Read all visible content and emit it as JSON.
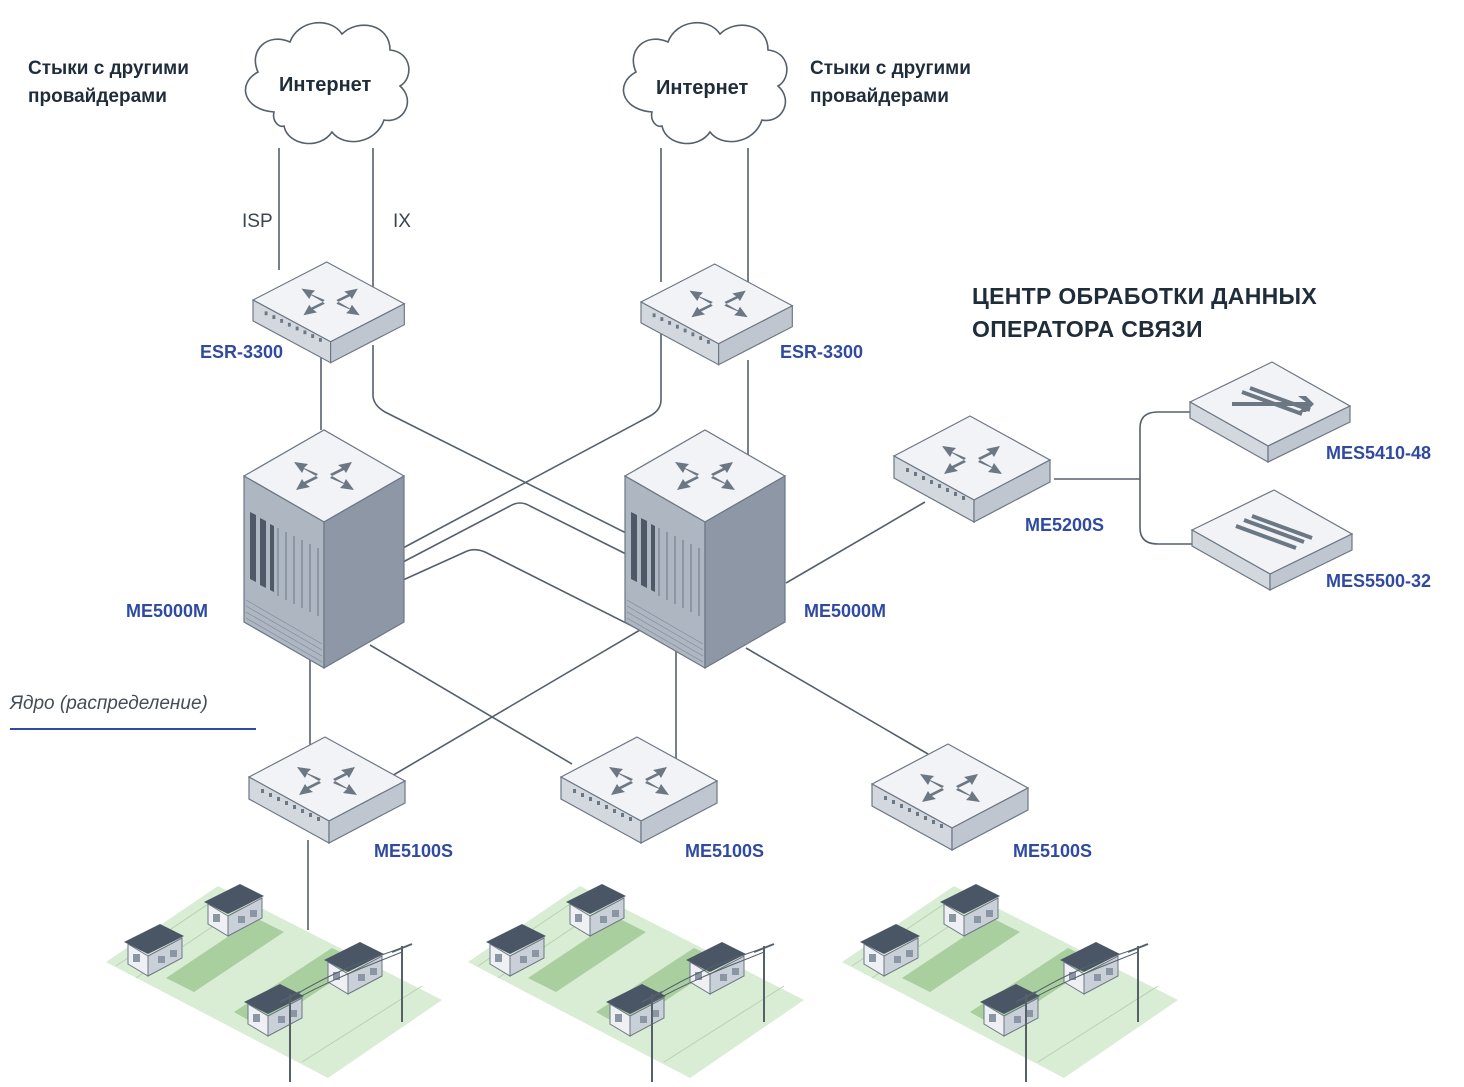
{
  "internet_clouds": [
    {
      "label": "Интернет"
    },
    {
      "label": "Интернет"
    }
  ],
  "peering_labels": [
    {
      "line1": "Стыки с другими",
      "line2": "провайдерами"
    },
    {
      "line1": "Стыки с другими",
      "line2": "провайдерами"
    }
  ],
  "uplink_labels": {
    "isp": "ISP",
    "ix": "IX"
  },
  "border_routers": [
    {
      "model": "ESR-3300"
    },
    {
      "model": "ESR-3300"
    }
  ],
  "core_routers": [
    {
      "model": "ME5000M"
    },
    {
      "model": "ME5000M"
    }
  ],
  "dc_router": {
    "model": "ME5200S"
  },
  "dc_switches": [
    {
      "model": "MES5410-48"
    },
    {
      "model": "MES5500-32"
    }
  ],
  "dc_title": {
    "line1": "ЦЕНТР ОБРАБОТКИ ДАННЫХ",
    "line2": "ОПЕРАТОРА СВЯЗИ"
  },
  "zone_label": "Ядро (распределение)",
  "access_routers": [
    {
      "model": "ME5100S"
    },
    {
      "model": "ME5100S"
    },
    {
      "model": "ME5100S"
    }
  ],
  "colors": {
    "line": "#55606b",
    "device_top": "#f1f3f6",
    "device_side": "#d3d8df",
    "device_front": "#bfc6cf",
    "chassis_side": "#8d97a6",
    "chassis_front": "#aeb6c2",
    "label_blue": "#2f4aa0",
    "grass": "#cfe6c8",
    "grass_dark": "#a9cf9f",
    "roof": "#4a5666"
  }
}
